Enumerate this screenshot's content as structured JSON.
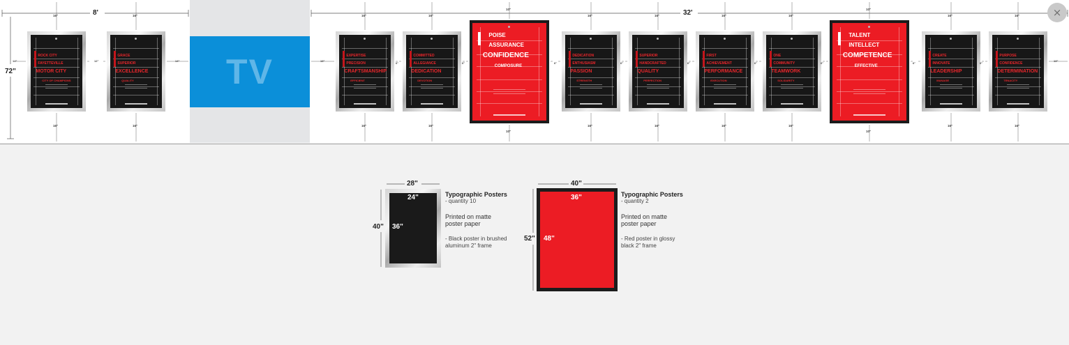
{
  "close_icon": "×",
  "tv_label": "TV",
  "overall_dims": {
    "left_width": "8'",
    "right_width": "32'",
    "height": "72\""
  },
  "spacing": {
    "top_black": "16\"",
    "top_red": "10\"",
    "bottom_black": "16\"",
    "bottom_red": "10\"",
    "wall_left": "14\"",
    "between_left": "12\"",
    "left_to_tv": "14\"",
    "tv_to_right": "13\"",
    "between_right": "6\"",
    "wall_right": "13\""
  },
  "posters": [
    {
      "style": "black",
      "words": [
        "Rock City",
        "Fayetteville",
        "Motor City",
        "City of Champions"
      ]
    },
    {
      "style": "black",
      "words": [
        "Grace",
        "Superior",
        "Excellence",
        "Quality"
      ]
    },
    {
      "style": "black",
      "words": [
        "Expertise",
        "Precision",
        "Craftsmanship",
        "Efficient"
      ]
    },
    {
      "style": "black",
      "words": [
        "Committed",
        "Allegiance",
        "Dedication",
        "Devotion"
      ]
    },
    {
      "style": "red",
      "words": [
        "Poise",
        "Assurance",
        "Confidence",
        "Composure"
      ]
    },
    {
      "style": "black",
      "words": [
        "Dedication",
        "Enthusiasm",
        "Passion",
        "Strength"
      ]
    },
    {
      "style": "black",
      "words": [
        "Superior",
        "Handcrafted",
        "Quality",
        "Perfection"
      ]
    },
    {
      "style": "black",
      "words": [
        "First",
        "Achievement",
        "Performance",
        "Execution"
      ]
    },
    {
      "style": "black",
      "words": [
        "One",
        "Community",
        "Teamwork",
        "Solidarity"
      ]
    },
    {
      "style": "red",
      "words": [
        "Talent",
        "Intellect",
        "Competence",
        "Effective"
      ]
    },
    {
      "style": "black",
      "words": [
        "Create",
        "Innovate",
        "Leadership",
        "Manage"
      ]
    },
    {
      "style": "black",
      "words": [
        "Purpose",
        "Confidence",
        "Determination",
        "Tenacity"
      ]
    }
  ],
  "legend": [
    {
      "style": "black",
      "outer_width": "28\"",
      "inner_width": "24\"",
      "outer_height": "40\"",
      "inner_height": "36\"",
      "title": "Typographic Posters",
      "quantity": "- quantity 10",
      "print": "Printed on matte poster paper",
      "frame": "- Black poster in brushed aluminum 2\" frame"
    },
    {
      "style": "red",
      "outer_width": "40\"",
      "inner_width": "36\"",
      "outer_height": "52\"",
      "inner_height": "48\"",
      "title": "Typographic Posters",
      "quantity": "- quantity 2",
      "print": "Printed on matte poster paper",
      "frame": "- Red poster in glossy black 2\" frame"
    }
  ],
  "colors": {
    "tv_blue": "#0b8fd9",
    "poster_red": "#ec1c24",
    "poster_black": "#171717",
    "frame_black": "#1b1b1b"
  }
}
